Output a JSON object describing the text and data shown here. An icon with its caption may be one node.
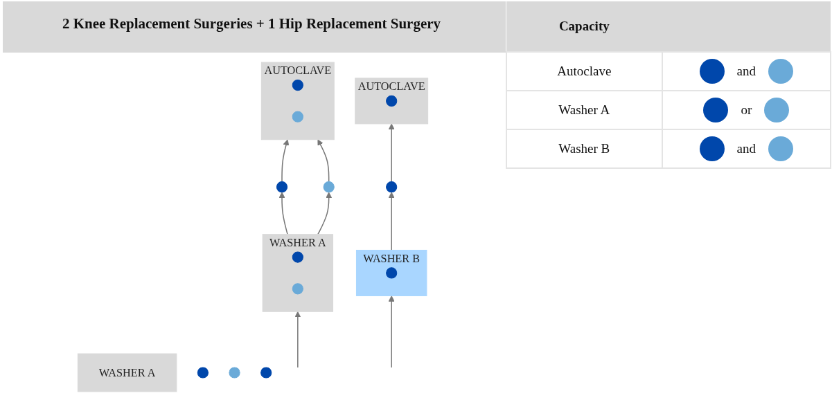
{
  "diagram": {
    "title": "2 Knee Replacement Surgeries + 1 Hip Replacement Surgery",
    "nodes": [
      {
        "text": [
          "AUTOCLAVE"
        ]
      },
      {
        "text": [],
        "shape": "circle",
        "in": 0
      },
      {
        "text": [],
        "shape": "circle",
        "in": 0
      },
      {
        "text": [
          "AUTOCLAVE"
        ]
      },
      {
        "text": [],
        "shape": "circle",
        "in": 3
      },
      {
        "text": [],
        "shape": "circle"
      },
      {
        "text": [],
        "shape": "circle"
      },
      {
        "text": [],
        "shape": "circle"
      },
      {
        "text": [
          "WASHER A"
        ]
      },
      {
        "text": [],
        "shape": "circle",
        "in": 8
      },
      {
        "text": [],
        "shape": "circle",
        "in": 8
      },
      {
        "text": [
          "WASHER A"
        ]
      },
      {
        "text": [
          "WASHER B"
        ]
      },
      {
        "text": [],
        "shape": "circle",
        "in": 12
      },
      {
        "text": [],
        "shape": "circle"
      },
      {
        "text": [],
        "shape": "circle"
      },
      {
        "text": [],
        "shape": "circle"
      }
    ],
    "edges": [
      {
        "from": 5,
        "to": 0,
        "arrow": "to"
      },
      {
        "from": 6,
        "to": 0,
        "arrow": "to"
      },
      {
        "from": 7,
        "to": 3,
        "arrow": "to"
      },
      {
        "from": 8,
        "to": 5,
        "arrow": "to"
      },
      {
        "from": 8,
        "to": 6,
        "arrow": "to"
      },
      {
        "from": 12,
        "to": 7,
        "arrow": "to"
      },
      {
        "from": null,
        "to": 8,
        "arrow": "to"
      },
      {
        "from": null,
        "to": 12,
        "arrow": "to"
      }
    ],
    "labels": [
      "Capacity",
      "Autoclave",
      "and",
      "Washer A",
      "or",
      "Washer B",
      "and"
    ]
  }
}
